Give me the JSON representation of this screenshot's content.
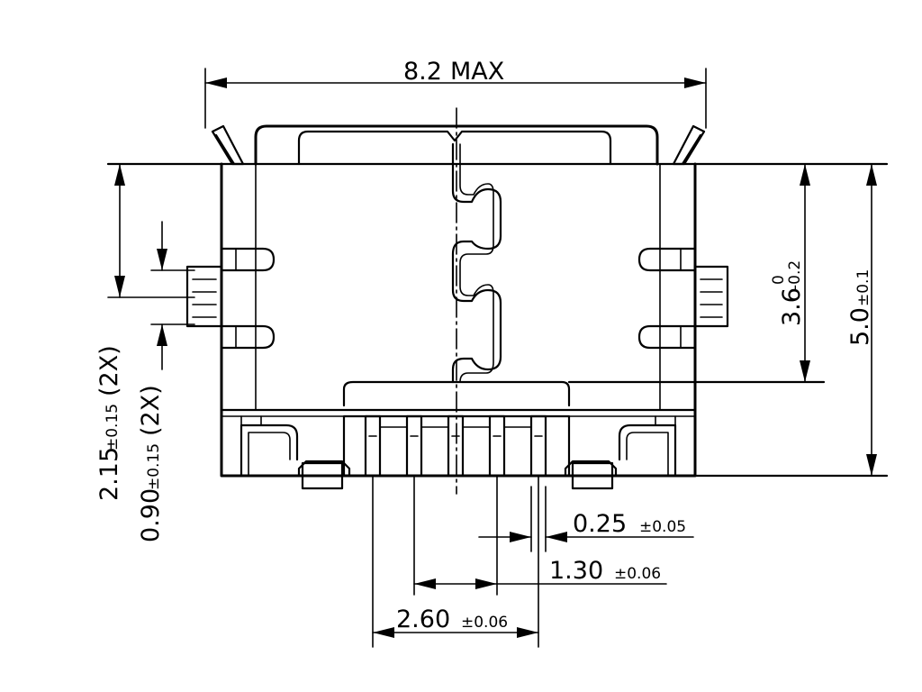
{
  "dimensions": {
    "overall_width": {
      "value": "8.2",
      "suffix": "MAX"
    },
    "height_total": {
      "value": "5.0",
      "tol": "±0.1"
    },
    "height_body": {
      "value": "3.6",
      "upper": "0",
      "lower": "-0.2"
    },
    "tab_offset": {
      "value": "2.15",
      "tol": "±0.15",
      "note": "(2X)"
    },
    "tab_width": {
      "value": "0.90",
      "tol": "±0.15",
      "note": "(2X)"
    },
    "pin_width": {
      "value": "0.25",
      "tol": "±0.05"
    },
    "pin_pitch": {
      "value": "1.30",
      "tol": "±0.06"
    },
    "pin_span": {
      "value": "2.60",
      "tol": "±0.06"
    }
  }
}
